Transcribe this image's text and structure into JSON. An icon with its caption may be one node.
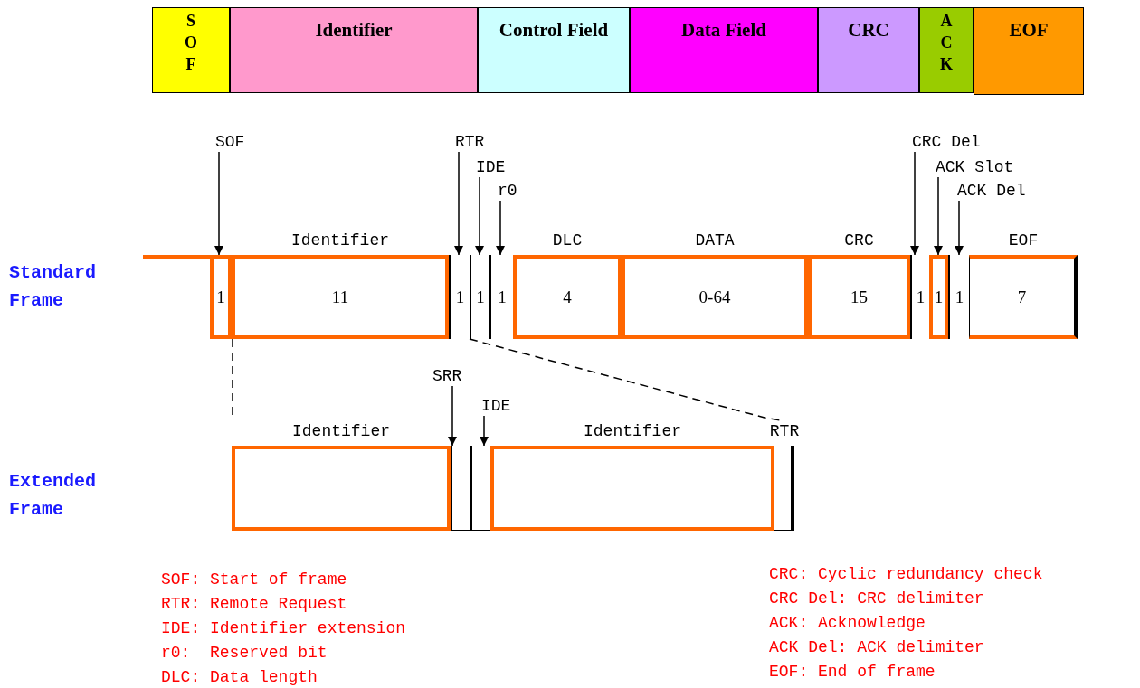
{
  "diagram": {
    "nodes": [
      {
        "text": [
          "SOF"
        ]
      },
      {
        "text": [
          "Identifier"
        ]
      },
      {
        "text": [
          "Control Field"
        ]
      },
      {
        "text": [
          "Data Field"
        ]
      },
      {
        "text": [
          "CRC"
        ]
      },
      {
        "text": [
          "ACK"
        ]
      },
      {
        "text": [
          "EOF"
        ]
      },
      {
        "text": [
          "SOF"
        ]
      },
      {
        "text": [
          "RTR"
        ]
      },
      {
        "text": [
          "IDE"
        ]
      },
      {
        "text": [
          "r0"
        ]
      },
      {
        "text": [
          "CRC Del"
        ]
      },
      {
        "text": [
          "ACK Slot"
        ]
      },
      {
        "text": [
          "ACK Del"
        ]
      },
      {
        "text": [
          "1"
        ]
      },
      {
        "text": [
          "Identifier",
          "11"
        ]
      },
      {
        "text": [
          "1"
        ]
      },
      {
        "text": [
          "1"
        ]
      },
      {
        "text": [
          "1"
        ]
      },
      {
        "text": [
          "DLC",
          "4"
        ]
      },
      {
        "text": [
          "DATA",
          "0-64"
        ]
      },
      {
        "text": [
          "CRC",
          "15"
        ]
      },
      {
        "text": [
          "1"
        ]
      },
      {
        "text": [
          "1"
        ]
      },
      {
        "text": [
          "1"
        ]
      },
      {
        "text": [
          "EOF",
          "7"
        ]
      },
      {
        "text": [
          "SRR"
        ]
      },
      {
        "text": [
          "IDE"
        ]
      },
      {
        "text": [
          "Identifier"
        ]
      },
      {
        "text": [],
        "shape": "bar"
      },
      {
        "text": [],
        "shape": "bar"
      },
      {
        "text": [
          "Identifier"
        ]
      },
      {
        "text": [
          "RTR"
        ]
      }
    ],
    "edges": [
      {
        "from": 7,
        "to": 14,
        "arrow": "to"
      },
      {
        "from": 8,
        "to": 16,
        "arrow": "to"
      },
      {
        "from": 9,
        "to": 17,
        "arrow": "to"
      },
      {
        "from": 10,
        "to": 18,
        "arrow": "to"
      },
      {
        "from": 11,
        "to": 22,
        "arrow": "to"
      },
      {
        "from": 12,
        "to": 23,
        "arrow": "to"
      },
      {
        "from": 13,
        "to": 24,
        "arrow": "to"
      },
      {
        "from": 26,
        "to": 29,
        "arrow": "to"
      },
      {
        "from": 27,
        "to": 30,
        "arrow": "to"
      },
      {
        "from": 15,
        "to": 28,
        "arrow": "none",
        "style": "dashed"
      },
      {
        "from": 16,
        "to": 32,
        "arrow": "none",
        "style": "dashed"
      }
    ],
    "labels": [
      "Standard Frame",
      "Extended Frame",
      "SOF: Start of frame",
      "RTR: Remote Request",
      "IDE: Identifier extension",
      "r0:  Reserved bit",
      "DLC: Data length",
      "CRC: Cyclic redundancy check",
      "CRC Del: CRC delimiter",
      "ACK: Acknowledge",
      "ACK Del: ACK delimiter",
      "EOF: End of frame"
    ]
  }
}
